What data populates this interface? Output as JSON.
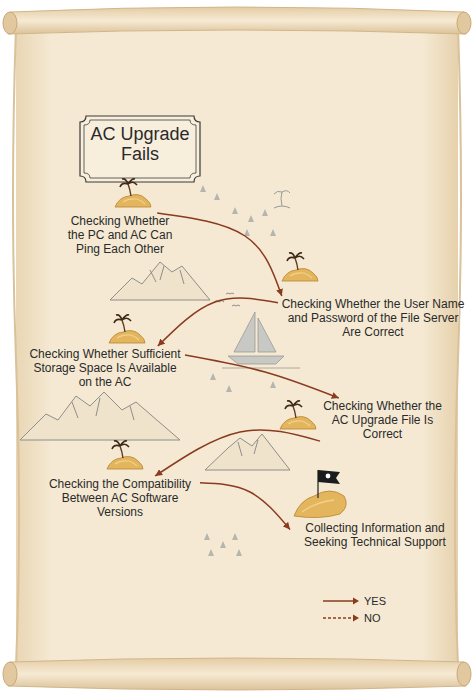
{
  "diagram": {
    "title": "AC Upgrade Fails",
    "nodes": [
      {
        "text": [
          "Checking Whether the PC and AC Can Ping Each Other"
        ]
      },
      {
        "text": [
          "Checking Whether the User Name and Password of the File Server Are Correct"
        ]
      },
      {
        "text": [
          "Checking Whether Sufficient Storage Space Is Available on the AC"
        ]
      },
      {
        "text": [
          "Checking Whether the AC Upgrade File Is Correct"
        ]
      },
      {
        "text": [
          "Checking the Compatibility Between AC Software Versions"
        ]
      },
      {
        "text": [
          "Collecting Information and Seeking Technical Support"
        ]
      }
    ],
    "edges": [
      {
        "from": 0,
        "to": 1,
        "arrow": "to"
      },
      {
        "from": 1,
        "to": 2,
        "arrow": "to"
      },
      {
        "from": 2,
        "to": 3,
        "arrow": "to"
      },
      {
        "from": 3,
        "to": 4,
        "arrow": "to"
      },
      {
        "from": 4,
        "to": 5,
        "arrow": "to"
      }
    ],
    "legend": [
      {
        "text": "YES"
      },
      {
        "text": "NO"
      }
    ]
  }
}
